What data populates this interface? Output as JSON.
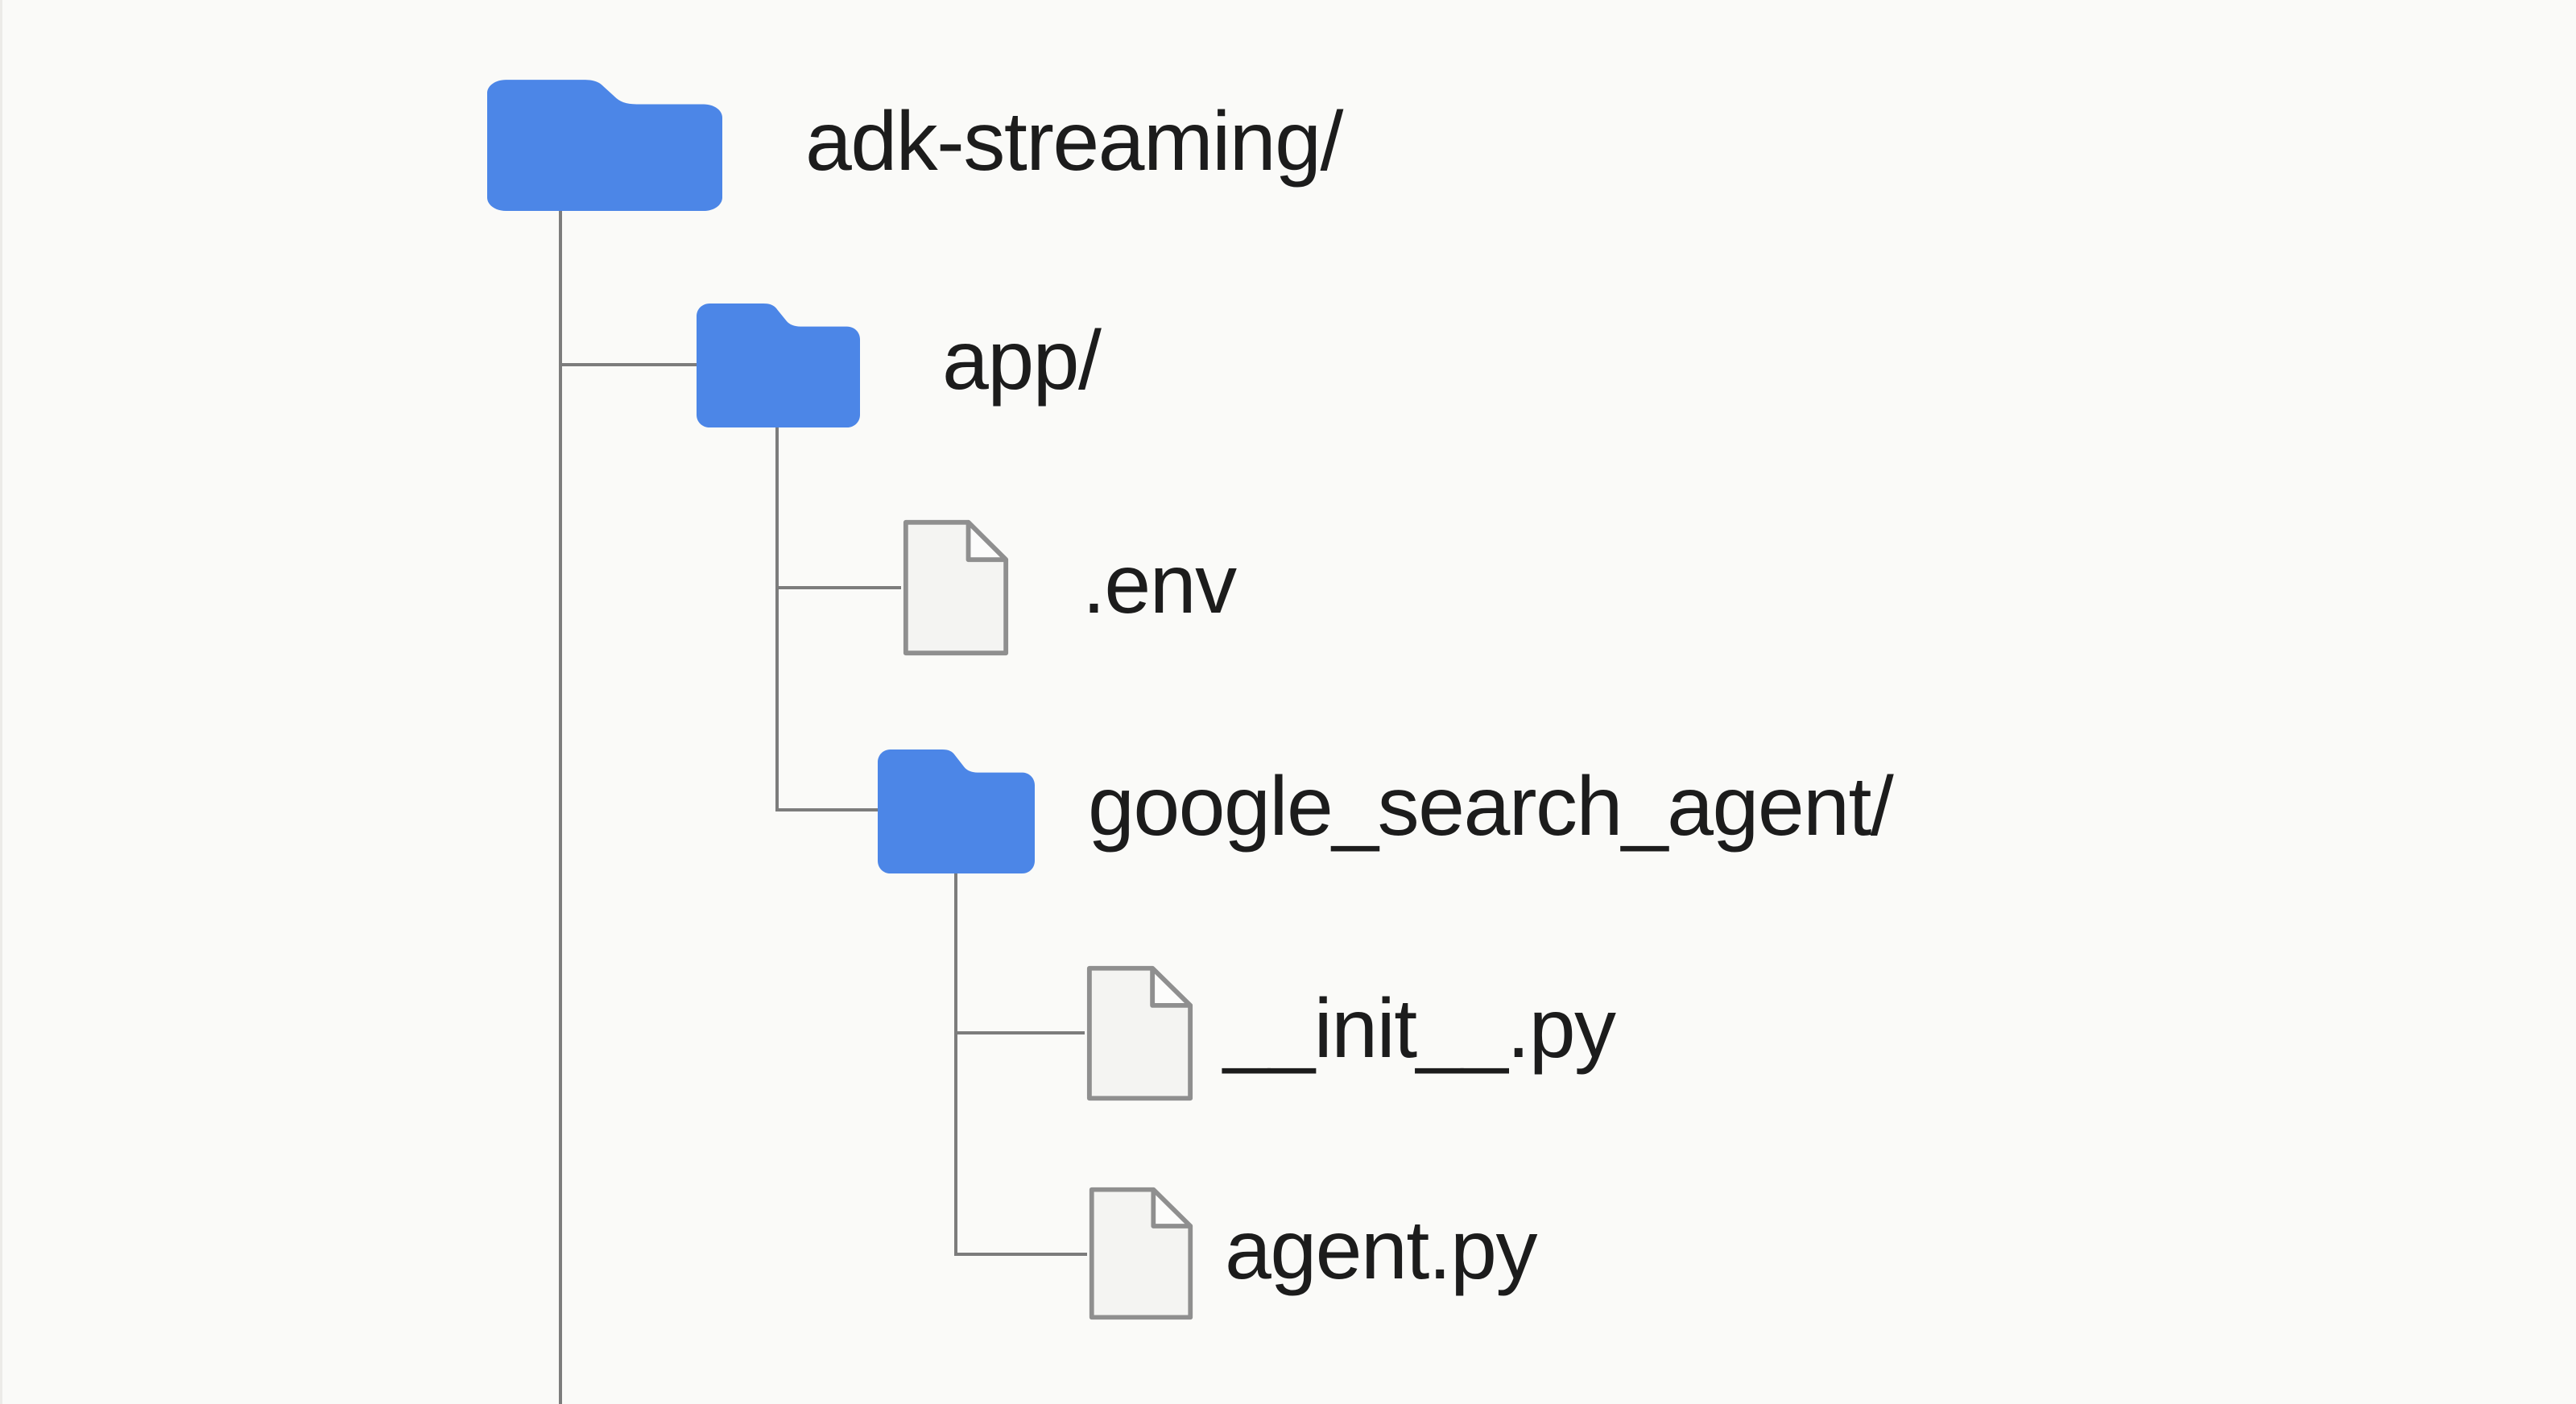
{
  "tree": {
    "nodes": [
      {
        "label": "adk-streaming/",
        "type": "folder",
        "icon": "folder-icon",
        "depth": 0
      },
      {
        "label": "app/",
        "type": "folder",
        "icon": "folder-icon",
        "depth": 1
      },
      {
        "label": ".env",
        "type": "file",
        "icon": "file-icon",
        "depth": 2
      },
      {
        "label": "google_search_agent/",
        "type": "folder",
        "icon": "folder-icon",
        "depth": 2
      },
      {
        "label": "__init__.py",
        "type": "file",
        "icon": "file-icon",
        "depth": 3
      },
      {
        "label": "agent.py",
        "type": "file",
        "icon": "file-icon",
        "depth": 3
      }
    ]
  },
  "colors": {
    "background": "#fafaf8",
    "folder_blue": "#4c86e7",
    "line_gray": "#7c7c7c",
    "file_fill": "#f4f4f2",
    "file_fold": "#fcfcfb",
    "file_stroke": "#8f8f8f",
    "text_color": "#1c1c1c"
  }
}
